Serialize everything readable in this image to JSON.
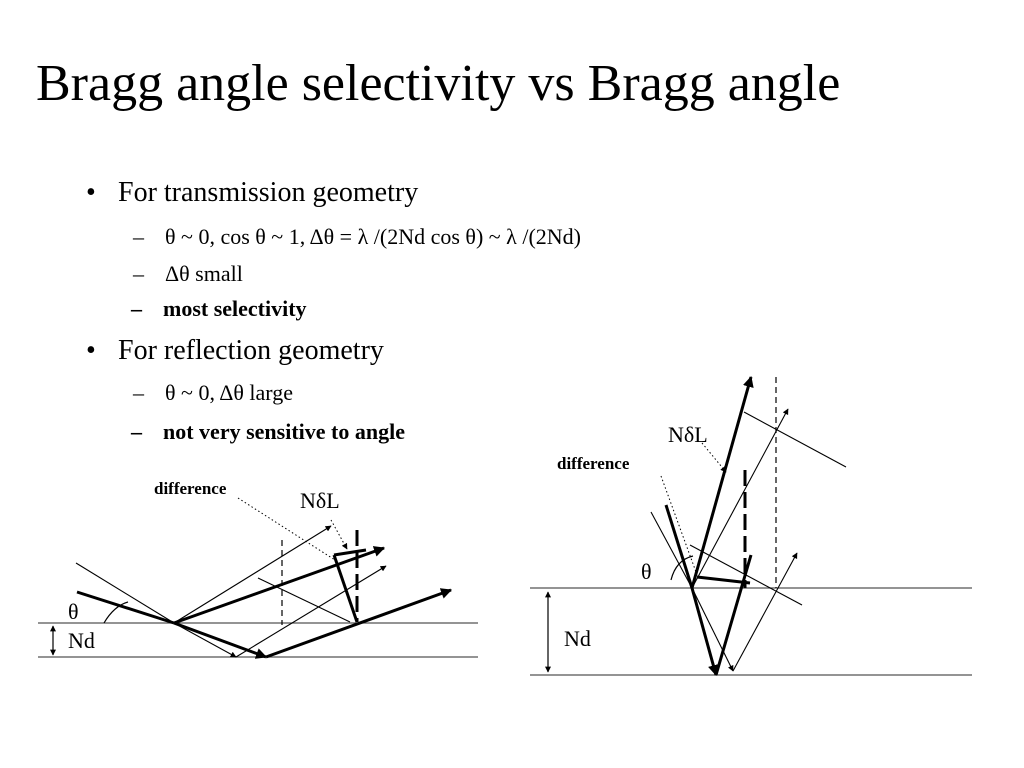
{
  "slide": {
    "title": "Bragg angle selectivity vs Bragg angle",
    "bullets": [
      {
        "text": "For transmission geometry",
        "subitems": [
          {
            "text": "θ ~ 0, cos θ ~ 1, Δθ = λ /(2Nd cos θ) ~ λ /(2Nd)",
            "bold": false
          },
          {
            "text": "Δθ small",
            "bold": false
          },
          {
            "text": "most selectivity",
            "bold": true
          }
        ]
      },
      {
        "text": "For reflection geometry",
        "subitems": [
          {
            "text": "θ ~ 0, Δθ large",
            "bold": false
          },
          {
            "text": "not very sensitive to angle",
            "bold": true
          }
        ]
      }
    ],
    "bullet_marker": "•",
    "dash_marker": "–"
  },
  "diagram_left": {
    "difference_label": "difference",
    "ndl_label": "NδL",
    "theta_label": "θ",
    "nd_label": "Nd"
  },
  "diagram_right": {
    "difference_label": "difference",
    "ndl_label": "NδL",
    "theta_label": "θ",
    "nd_label": "Nd"
  }
}
